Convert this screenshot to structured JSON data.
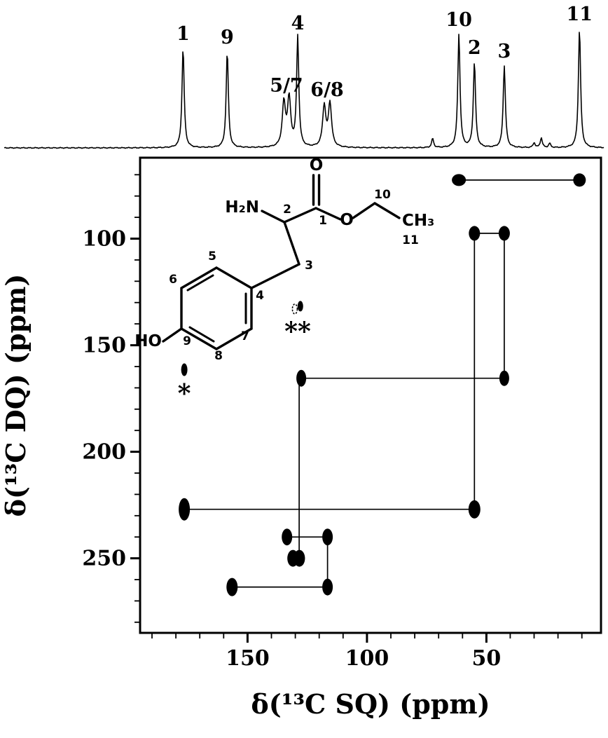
{
  "figure": {
    "xlabel": "δ(¹³C SQ) (ppm)",
    "ylabel": "δ(¹³C DQ) (ppm)",
    "colors": {
      "foreground": "#000000",
      "background": "#ffffff"
    }
  },
  "molecule": {
    "name": "tyrosine ethyl ester",
    "labels": {
      "carbonyl_o": "O",
      "ester_o": "O",
      "amine": "H₂N",
      "hydroxyl": "HO",
      "methyl": "CH₃",
      "n1": "1",
      "n2": "2",
      "n3": "3",
      "n4": "4",
      "n5": "5",
      "n6": "6",
      "n7": "7",
      "n8": "8",
      "n9": "9",
      "n10": "10",
      "n11": "11"
    }
  },
  "chart_data": {
    "type": "scatter",
    "subtype": "2D 13C-13C DQ-SQ NMR correlation map with 1D 13C spectrum on top",
    "sq_axis": {
      "label": "δ(¹³C SQ) (ppm)",
      "range": [
        195,
        2
      ],
      "major_ticks": [
        150,
        100,
        50
      ],
      "minor_tick_step": 10
    },
    "dq_axis": {
      "label": "δ(¹³C DQ) (ppm)",
      "range": [
        62,
        285
      ],
      "major_ticks": [
        100,
        150,
        200,
        250
      ],
      "minor_tick_step": 10
    },
    "trace_1d": {
      "peaks": [
        {
          "label": "1",
          "ppm": 177,
          "height": 142
        },
        {
          "label": "9",
          "ppm": 158.5,
          "height": 137
        },
        {
          "label": "5/7",
          "components": [
            {
              "ppm": 134.8,
              "height": 62
            },
            {
              "ppm": 132.6,
              "height": 68
            }
          ]
        },
        {
          "label": "4",
          "ppm": 129,
          "height": 157
        },
        {
          "label": "6/8",
          "components": [
            {
              "ppm": 117.9,
              "height": 58
            },
            {
              "ppm": 115.5,
              "height": 62
            }
          ]
        },
        {
          "label": "10",
          "ppm": 61.5,
          "height": 162
        },
        {
          "label": "2",
          "ppm": 55,
          "height": 122
        },
        {
          "label": "3",
          "ppm": 42.5,
          "height": 117
        },
        {
          "label": "11",
          "ppm": 11,
          "height": 170
        }
      ],
      "minor_peaks": [
        {
          "ppm": 72.5,
          "height": 13
        },
        {
          "ppm": 30,
          "height": 7
        },
        {
          "ppm": 27,
          "height": 14
        },
        {
          "ppm": 23.5,
          "height": 6
        }
      ]
    },
    "correlations": [
      {
        "dq": 72.5,
        "assignment": "C10-C11",
        "peaks": [
          {
            "sq": 61.5,
            "rx": 10,
            "ry": 8.5
          },
          {
            "sq": 11,
            "rx": 9,
            "ry": 9.5
          }
        ]
      },
      {
        "dq": 97.5,
        "assignment": "C2-C3",
        "peaks": [
          {
            "sq": 55,
            "rx": 8,
            "ry": 10.5
          },
          {
            "sq": 42.5,
            "rx": 8,
            "ry": 10.5
          }
        ]
      },
      {
        "dq": 165.5,
        "assignment": "C3-C4",
        "peaks": [
          {
            "sq": 127.5,
            "rx": 7,
            "ry": 12
          },
          {
            "sq": 42.5,
            "rx": 7,
            "ry": 11
          }
        ]
      },
      {
        "dq": 227,
        "assignment": "C1-C2",
        "peaks": [
          {
            "sq": 176.5,
            "rx": 8,
            "ry": 16
          },
          {
            "sq": 55,
            "rx": 8.5,
            "ry": 13
          }
        ]
      },
      {
        "dq": 240,
        "assignment": "C5/7-C6/8",
        "peaks": [
          {
            "sq": 133.5,
            "rx": 7.5,
            "ry": 12
          },
          {
            "sq": 116.5,
            "rx": 7.5,
            "ry": 12
          }
        ]
      },
      {
        "dq": 250,
        "assignment": "C4-C5/7 overlapped",
        "overlapped": true,
        "peaks": [
          {
            "sq": 131,
            "rx": 8,
            "ry": 12
          },
          {
            "sq": 128.3,
            "rx": 8,
            "ry": 12
          }
        ]
      },
      {
        "dq": 263.5,
        "assignment": "C9-C6/8",
        "peaks": [
          {
            "sq": 156.5,
            "rx": 8,
            "ry": 13
          },
          {
            "sq": 116.5,
            "rx": 7.5,
            "ry": 12
          }
        ]
      }
    ],
    "connectors": [
      {
        "sq": 42.5,
        "from_dq": 97.5,
        "to_dq": 165.5
      },
      {
        "sq": 55,
        "from_dq": 97.5,
        "to_dq": 227
      },
      {
        "sq": 128.4,
        "from_dq": 165.5,
        "to_dq": 250
      },
      {
        "sq": 116.5,
        "from_dq": 240,
        "to_dq": 263.5
      }
    ],
    "sidebands": [
      {
        "marker": "*",
        "label_sq": 176.5,
        "label_dq": 161.5,
        "peaks": [
          {
            "sq": 176.5,
            "dq": 161.5,
            "rx": 4.5,
            "ry": 9
          }
        ]
      },
      {
        "marker": "**",
        "label_sq": 129,
        "label_dq": 132.4,
        "peaks": [
          {
            "sq": 130.2,
            "dq": 133,
            "rx": 3.5,
            "ry": 7,
            "hollow": true
          },
          {
            "sq": 127.9,
            "dq": 131.7,
            "rx": 4,
            "ry": 7.5
          }
        ]
      }
    ]
  }
}
